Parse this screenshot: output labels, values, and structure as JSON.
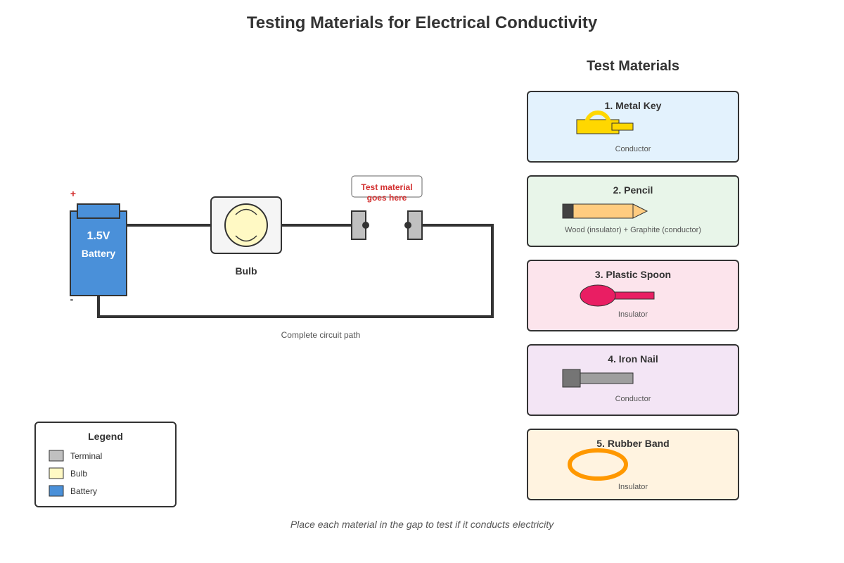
{
  "title": "Testing Materials for Electrical Conductivity",
  "circuit": {
    "battery_plus": "+",
    "battery_minus": "-",
    "battery_voltage": "1.5V",
    "battery_label": "Battery",
    "bulb_label": "Bulb",
    "gap_callout_line1": "Test material",
    "gap_callout_line2": "goes here",
    "path_label": "Complete circuit path"
  },
  "materials_heading": "Test Materials",
  "materials": [
    {
      "name": "1. Metal Key",
      "result": "Conductor",
      "icon": "key-icon",
      "bg": "#e3f2fd"
    },
    {
      "name": "2. Pencil",
      "result": "Wood (insulator) + Graphite (conductor)",
      "icon": "pencil-icon",
      "bg": "#e8f5e9"
    },
    {
      "name": "3. Plastic Spoon",
      "result": "Insulator",
      "icon": "spoon-icon",
      "bg": "#fce4ec"
    },
    {
      "name": "4. Iron Nail",
      "result": "Conductor",
      "icon": "nail-icon",
      "bg": "#f3e5f5"
    },
    {
      "name": "5. Rubber Band",
      "result": "Insulator",
      "icon": "rubber-band-icon",
      "bg": "#fff3e0"
    }
  ],
  "legend": {
    "title": "Legend",
    "items": [
      {
        "label": "Terminal",
        "color": "#c0c0c0"
      },
      {
        "label": "Bulb",
        "color": "#fff9c4"
      },
      {
        "label": "Battery",
        "color": "#4a90d9"
      }
    ]
  },
  "footer_note": "Place each material in the gap to test if it conducts electricity",
  "colors": {
    "wire": "#333333",
    "callout_text": "#d32f2f",
    "battery_fill": "#4a90d9",
    "terminal_fill": "#c0c0c0",
    "bulb_fill": "#fff9c4"
  }
}
